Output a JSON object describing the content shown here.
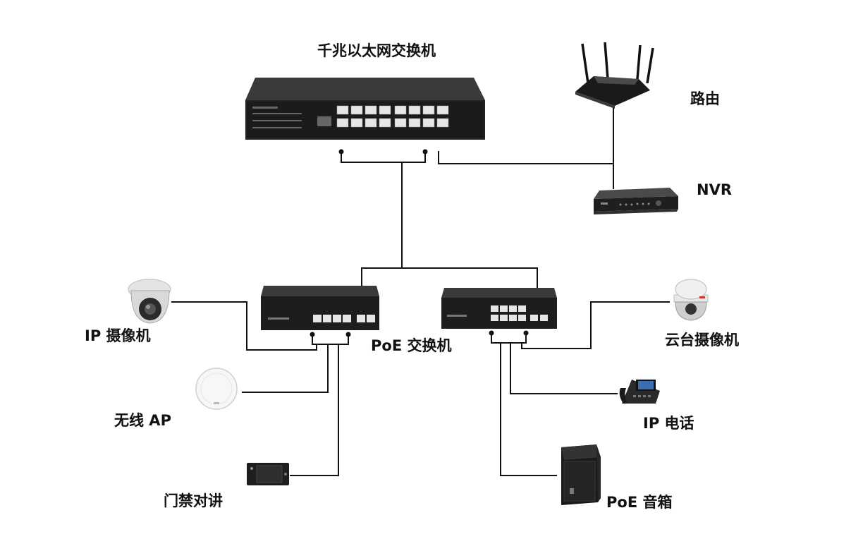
{
  "labels": {
    "gigabit_switch": "千兆以太网交换机",
    "router": "路由",
    "nvr": "NVR",
    "poe_switch": "PoE 交换机",
    "ip_camera": "IP 摄像机",
    "ptz_camera": "云台摄像机",
    "wireless_ap": "无线 AP",
    "ip_phone": "IP 电话",
    "door_intercom": "门禁对讲",
    "poe_speaker": "PoE 音箱"
  },
  "icons": {
    "gigabit_switch": "ethernet-switch-icon",
    "router": "wifi-router-icon",
    "nvr": "nvr-recorder-icon",
    "poe_switch_left": "poe-switch-icon",
    "poe_switch_right": "poe-switch-icon",
    "ip_camera": "dome-camera-icon",
    "ptz_camera": "ptz-camera-icon",
    "wireless_ap": "access-point-icon",
    "ip_phone": "ip-phone-icon",
    "door_intercom": "door-intercom-icon",
    "poe_speaker": "speaker-icon"
  },
  "colors": {
    "line": "#111111",
    "device_dark": "#2a2a2a",
    "device_face": "#1c1c1c",
    "port": "#e8e8e8",
    "text": "#111111"
  }
}
